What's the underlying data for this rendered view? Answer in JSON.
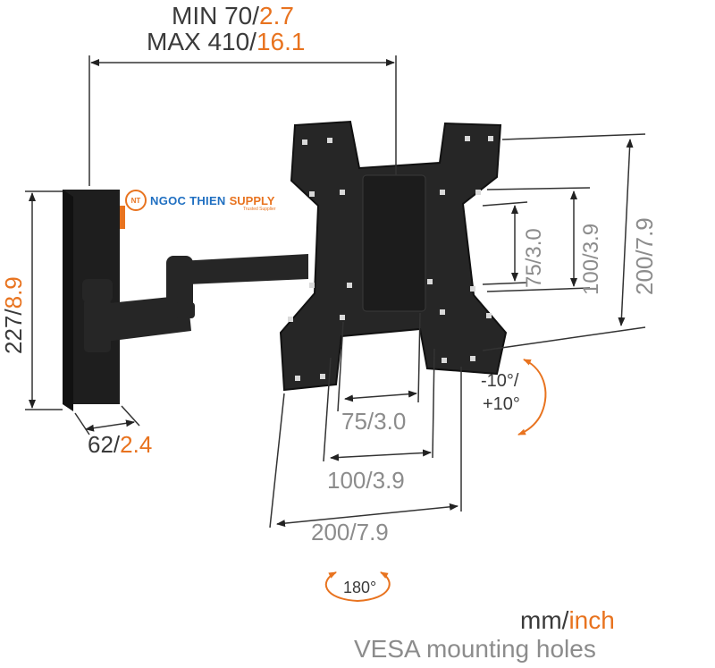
{
  "top_dimension": {
    "min_prefix": "MIN 70/",
    "min_inch": "2.7",
    "max_prefix": "MAX 410/",
    "max_inch": "16.1"
  },
  "height_dimension": {
    "mm": "227/",
    "inch": "8.9"
  },
  "depth_dimension": {
    "mm": "62/",
    "inch": "2.4"
  },
  "vesa_vertical": {
    "v75": "75/3.0",
    "v100": "100/3.9",
    "v200": "200/7.9"
  },
  "vesa_horizontal": {
    "h75": {
      "mm": "75/",
      "inch": "3.0"
    },
    "h100": {
      "mm": "100/",
      "inch": "3.9"
    },
    "h200": {
      "mm": "200/",
      "inch": "7.9"
    }
  },
  "tilt": {
    "line1": "-10°/",
    "line2": "+10°"
  },
  "swivel": {
    "label": "180°"
  },
  "legend": {
    "mm": "mm/",
    "inch": "inch",
    "caption": "VESA mounting holes"
  },
  "watermark": {
    "badge": "NT",
    "name": "NGOC THIEN",
    "supply": "SUPPLY",
    "tagline": "Trusted Supplier"
  },
  "colors": {
    "orange": "#e8731f",
    "dark": "#3a3a3a",
    "grey": "#8c8c8c",
    "product": "#222222"
  }
}
